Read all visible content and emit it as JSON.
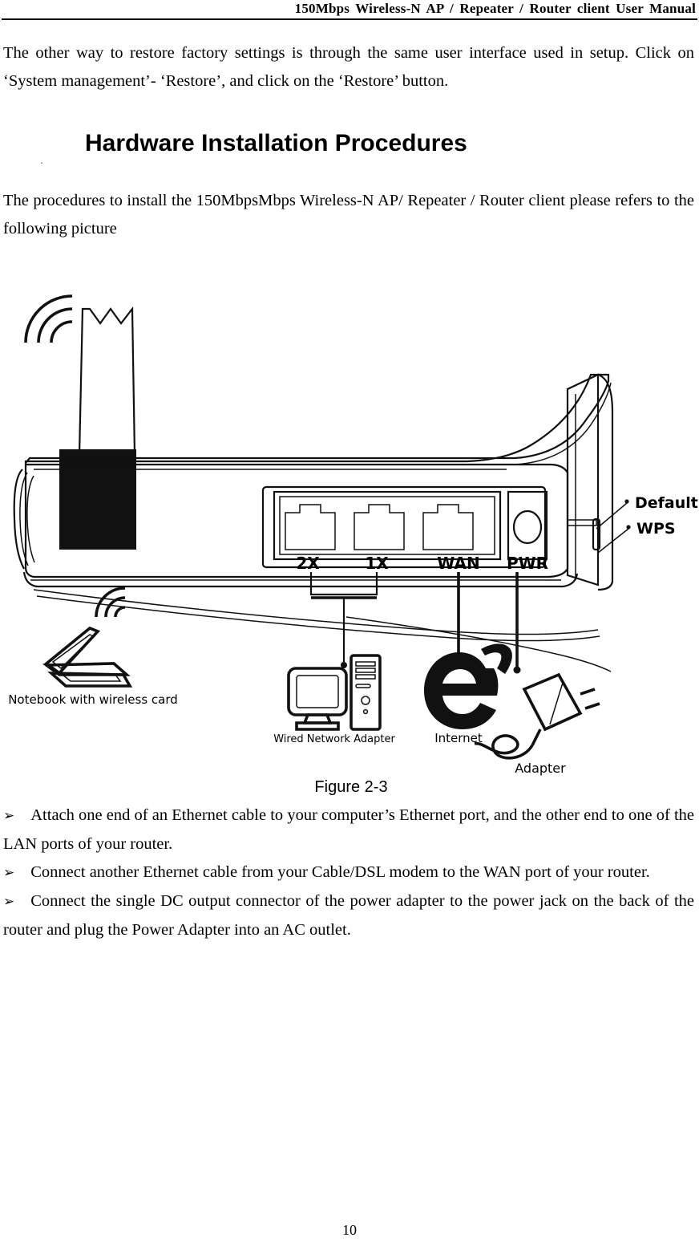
{
  "header": {
    "title": "150Mbps Wireless-N AP / Repeater / Router client User Manual"
  },
  "intro": {
    "paragraph": "The other way to restore factory settings is through the same user interface used in setup. Click on ‘System management’- ‘Restore’, and click on the ‘Restore’ button."
  },
  "section": {
    "marker": ".",
    "heading": "Hardware Installation Procedures",
    "paragraph": "The procedures to install the 150MbpsMbps Wireless-N AP/ Repeater / Router client   please refers to the following picture"
  },
  "figure": {
    "caption": "Figure 2-3",
    "port_labels": [
      "2X",
      "1X",
      "WAN",
      "PWR"
    ],
    "callouts": [
      "Default",
      "WPS"
    ],
    "device_labels": {
      "notebook": "Notebook with wireless card",
      "desktop": "Wired Network Adapter",
      "internet": "Internet",
      "adapter": "Adapter"
    },
    "icons": [
      "wifi-signal-icon",
      "antenna-icon",
      "router-icon",
      "ethernet-port-icon",
      "power-jack-icon",
      "laptop-icon",
      "desktop-computer-icon",
      "internet-explorer-e-icon",
      "power-adapter-icon"
    ]
  },
  "instructions": [
    {
      "marker": "➢",
      "text": "Attach one end of an Ethernet cable to your computer’s Ethernet port, and the other end to one of the LAN ports of your router."
    },
    {
      "marker": "➢",
      "text": "Connect another Ethernet cable from your Cable/DSL modem to the WAN port of your router."
    },
    {
      "marker": "➢",
      "text": "Connect the single DC output connector of the power adapter to the power jack on the back of the router and plug the Power Adapter into an AC outlet."
    }
  ],
  "footer": {
    "page_number": "10"
  },
  "colors": {
    "text": "#000000",
    "background": "#ffffff"
  }
}
